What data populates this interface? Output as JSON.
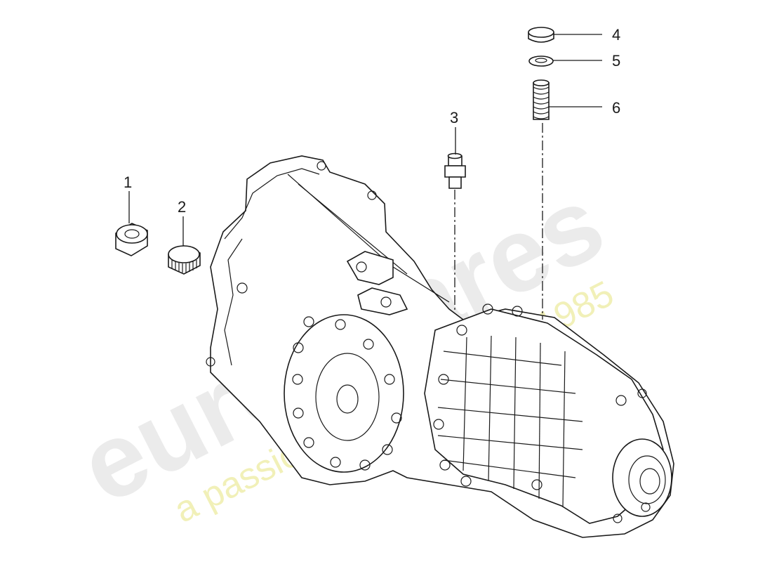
{
  "watermark": {
    "brand": "eurospares",
    "tagline": "a passion for parts since 1985"
  },
  "callouts": [
    {
      "id": "1",
      "label": "1"
    },
    {
      "id": "2",
      "label": "2"
    },
    {
      "id": "3",
      "label": "3"
    },
    {
      "id": "4",
      "label": "4"
    },
    {
      "id": "5",
      "label": "5"
    },
    {
      "id": "6",
      "label": "6"
    }
  ]
}
